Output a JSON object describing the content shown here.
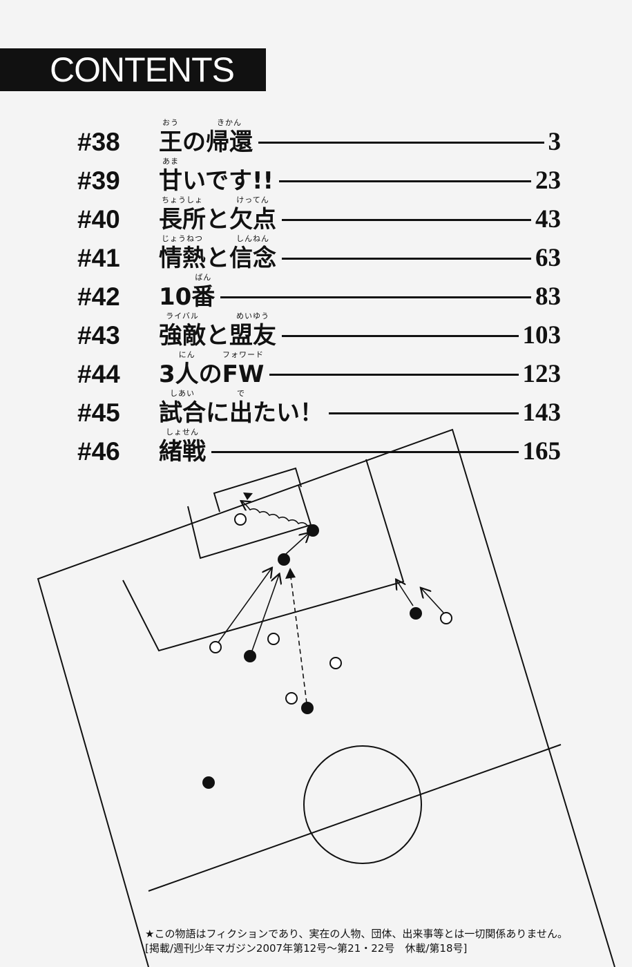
{
  "header": {
    "title": "CONTENTS"
  },
  "chapters": [
    {
      "number": "#38",
      "title": "王の帰還",
      "segments": [
        {
          "base": "王",
          "ruby": "おう"
        },
        {
          "base": "の"
        },
        {
          "base": "帰還",
          "ruby": "きかん"
        }
      ],
      "page": "3"
    },
    {
      "number": "#39",
      "title": "甘いです!!",
      "segments": [
        {
          "base": "甘",
          "ruby": "あま"
        },
        {
          "base": "いです!!"
        }
      ],
      "page": "23"
    },
    {
      "number": "#40",
      "title": "長所と欠点",
      "segments": [
        {
          "base": "長所",
          "ruby": "ちょうしょ"
        },
        {
          "base": "と"
        },
        {
          "base": "欠点",
          "ruby": "けってん"
        }
      ],
      "page": "43"
    },
    {
      "number": "#41",
      "title": "情熱と信念",
      "segments": [
        {
          "base": "情熱",
          "ruby": "じょうねつ"
        },
        {
          "base": "と"
        },
        {
          "base": "信念",
          "ruby": "しんねん"
        }
      ],
      "page": "63"
    },
    {
      "number": "#42",
      "title": "10番",
      "segments": [
        {
          "base": "10"
        },
        {
          "base": "番",
          "ruby": "ばん"
        }
      ],
      "page": "83"
    },
    {
      "number": "#43",
      "title": "強敵と盟友",
      "segments": [
        {
          "base": "強敵",
          "ruby": "ライバル"
        },
        {
          "base": "と"
        },
        {
          "base": "盟友",
          "ruby": "めいゆう"
        }
      ],
      "page": "103"
    },
    {
      "number": "#44",
      "title": "3人のFW",
      "segments": [
        {
          "base": "3"
        },
        {
          "base": "人",
          "ruby": "にん"
        },
        {
          "base": "の"
        },
        {
          "base": "FW",
          "ruby": "フォワード"
        }
      ],
      "page": "123"
    },
    {
      "number": "#45",
      "title": "試合に出たい！",
      "segments": [
        {
          "base": "試合",
          "ruby": "しあい"
        },
        {
          "base": "に"
        },
        {
          "base": "出",
          "ruby": "で"
        },
        {
          "base": "たい！"
        }
      ],
      "page": "143"
    },
    {
      "number": "#46",
      "title": "緒戦",
      "segments": [
        {
          "base": "緒戦",
          "ruby": "しょせん"
        }
      ],
      "page": "165"
    }
  ],
  "footer": {
    "disclaimer": "★この物語はフィクションであり、実在の人物、団体、出来事等とは一切関係ありません。",
    "publication": "[掲載/週刊少年マガジン2007年第12号〜第21・22号　休載/第18号]"
  }
}
